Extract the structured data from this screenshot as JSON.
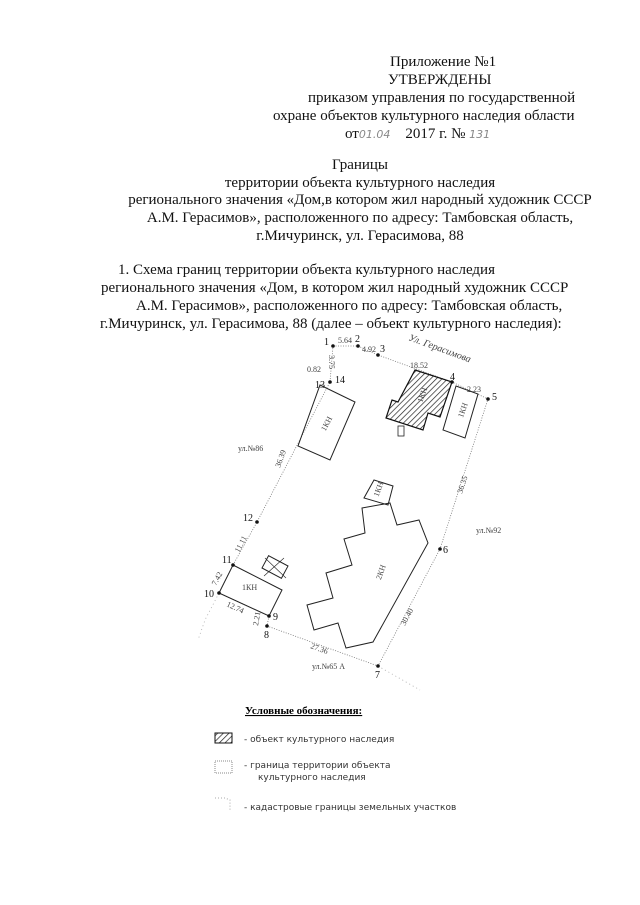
{
  "header": {
    "line1": "Приложение №1",
    "line2": "УТВЕРЖДЕНЫ",
    "line3": "приказом  управления  по государственной",
    "line4": "охране  объектов культурного   наследия   области",
    "line5_prefix": "от",
    "date_handwritten": "01.04",
    "year": "2017 г.  №",
    "number_handwritten": "131"
  },
  "title": {
    "line1": "Границы",
    "line2": "территории объекта культурного наследия",
    "line3": "регионального значения «Дом,в котором жил народный художник СССР",
    "line4": "А.М. Герасимов», расположенного по адресу: Тамбовская  область,",
    "line5": "г.Мичуринск, ул. Герасимова, 88"
  },
  "section": {
    "line1": "1. Схема границ территории объекта культурного наследия",
    "line2": "регионального значения «Дом, в котором жил народный художник СССР",
    "line3": "А.М. Герасимов», расположенного по адресу: Тамбовская  область,",
    "line4": "г.Мичуринск, ул. Герасимова, 88 (далее – объект культурного наследия):"
  },
  "scheme": {
    "street": "Ул. Герасимова",
    "neighbors": [
      "ул.№86",
      "ул.№92",
      "ул.№65 А"
    ],
    "points": [
      "1",
      "2",
      "3",
      "4",
      "5",
      "6",
      "7",
      "8",
      "9",
      "10",
      "11",
      "12",
      "13",
      "14"
    ],
    "measures": [
      "5.64",
      "4.92",
      "18.52",
      "3.75",
      "0.82",
      "2.23",
      "36.39",
      "36.35",
      "30.40",
      "27.36",
      "7.42",
      "12.74",
      "2.21",
      "11.11"
    ],
    "building_labels": [
      "1КН",
      "1КН",
      "1КН",
      "1КН",
      "1КН",
      "2КН"
    ]
  },
  "legend": {
    "title": "Условные обозначения:",
    "items": [
      {
        "symbol": "hatched",
        "label": "- объект культурного наследия"
      },
      {
        "symbol": "dashed-box",
        "label": "- граница территории объекта",
        "label2": "культурного наследия"
      },
      {
        "symbol": "dotted",
        "label": "- кадастровые границы земельных участков"
      }
    ]
  }
}
